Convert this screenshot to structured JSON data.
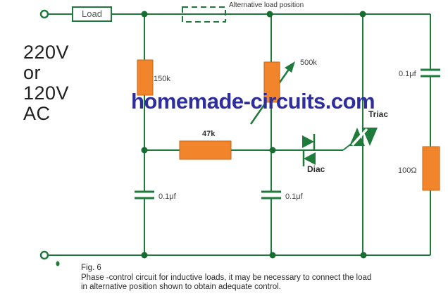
{
  "colors": {
    "wire_green": "#1e7b3c",
    "junction_dot": "#176d31",
    "component_fill": "#f2852b",
    "component_stroke": "#c2661a",
    "watermark_blue": "#2d2d9d",
    "label_gray": "#3e3e3e"
  },
  "source_voltage": {
    "lines": [
      "220V",
      "or",
      "120V",
      "AC"
    ]
  },
  "components": {
    "load": {
      "label": "Load"
    },
    "alternative_load": {
      "label": "Alternative load position"
    },
    "r1": {
      "label": "150k"
    },
    "pot": {
      "label": "500k"
    },
    "r2": {
      "label": "47k"
    },
    "r3": {
      "label": "100Ω"
    },
    "c1": {
      "label": "0.1μf"
    },
    "c2": {
      "label": "0.1μf"
    },
    "c3": {
      "label": "0.1μf"
    },
    "diac": {
      "label": "Diac"
    },
    "triac": {
      "label": "Triac"
    }
  },
  "watermark": {
    "text": "homemade-circuits.com"
  },
  "caption": {
    "figure": "Fig. 6",
    "line1": "Phase -control circuit for inductive loads, it may be necessary to connect the load",
    "line2": "in alternative position shown to obtain adequate control."
  }
}
